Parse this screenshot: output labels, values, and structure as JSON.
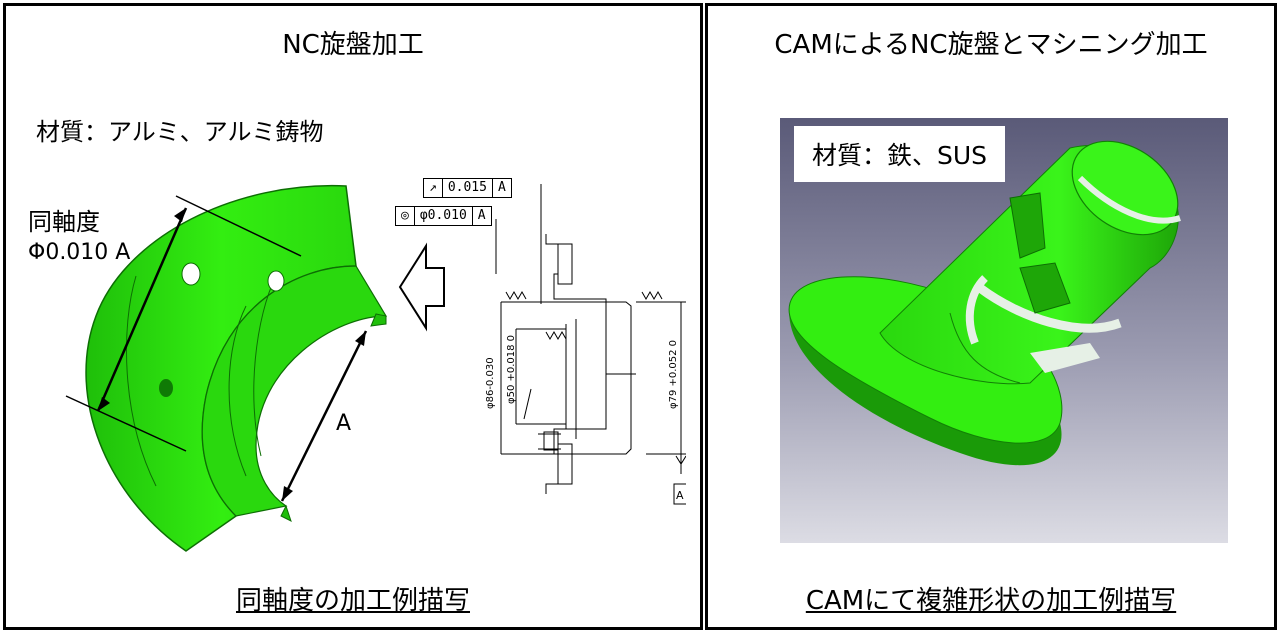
{
  "left_panel": {
    "title": "NC旋盤加工",
    "material": "材質：アルミ、アルミ鋳物",
    "coaxiality_label": "同軸度",
    "coaxiality_value": "Φ0.010 A",
    "datum_label": "A",
    "caption": "同軸度の加工例描写",
    "drawing": {
      "tol_runout": {
        "symbol": "↗",
        "value": "0.015",
        "datum": "A"
      },
      "tol_coax": {
        "symbol": "◎",
        "value": "φ0.010",
        "datum": "A"
      },
      "dim_86": "φ86-0.030",
      "dim_50": "φ50 +0.018 0",
      "dim_79": "φ79 +0.052 0",
      "datum_box": "A"
    }
  },
  "right_panel": {
    "title": "CAMによるNC旋盤とマシニング加工",
    "material": "材質：鉄、SUS",
    "caption": "CAMにて複雑形状の加工例描写"
  },
  "colors": {
    "part_green": "#33ee11",
    "part_dark": "#1a9a08",
    "bg_gradient_top": "#5a5a78",
    "bg_gradient_bottom": "#d8d8e0"
  }
}
